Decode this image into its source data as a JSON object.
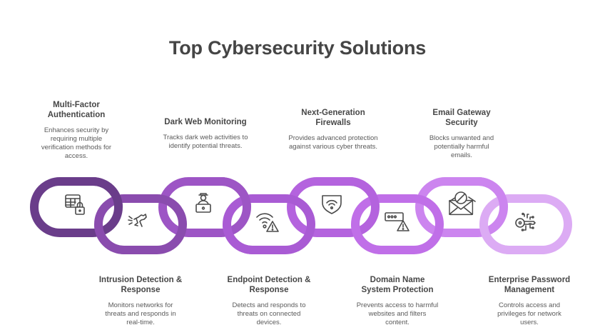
{
  "title": "Top Cybersecurity Solutions",
  "items": [
    {
      "name": "Multi-Factor Authentication",
      "head_lines": [
        "Multi-Factor",
        "Authentication"
      ],
      "desc": "Enhances security by requiring multiple verification methods for access.",
      "icon": "table-lock-icon",
      "color": "#6a3d8a",
      "position": "top"
    },
    {
      "name": "Intrusion Detection & Response",
      "head_lines": [
        "Intrusion Detection &",
        "Response"
      ],
      "desc": "Monitors networks for threats and responds in real-time.",
      "icon": "barking-dog-icon",
      "color": "#8a4cae",
      "position": "bottom"
    },
    {
      "name": "Dark Web Monitoring",
      "head_lines": [
        "Dark Web Monitoring"
      ],
      "desc": "Tracks dark web activities to identify potential threats.",
      "icon": "hacker-laptop-icon",
      "color": "#9d55c5",
      "position": "top"
    },
    {
      "name": "Endpoint Detection & Response",
      "head_lines": [
        "Endpoint Detection &",
        "Response"
      ],
      "desc": "Detects and responds to threats on connected devices.",
      "icon": "wifi-warning-icon",
      "color": "#a95bd4",
      "position": "bottom"
    },
    {
      "name": "Next-Generation Firewalls",
      "head_lines": [
        "Next-Generation",
        "Firewalls"
      ],
      "desc": "Provides advanced protection against various cyber threats.",
      "icon": "shield-wifi-icon",
      "color": "#b463de",
      "position": "top"
    },
    {
      "name": "Domain Name System Protection",
      "head_lines": [
        "Domain Name",
        "System Protection"
      ],
      "desc": "Prevents access to harmful websites and filters content.",
      "icon": "password-warning-icon",
      "color": "#c06fe8",
      "position": "bottom"
    },
    {
      "name": "Email Gateway Security",
      "head_lines": [
        "Email Gateway",
        "Security"
      ],
      "desc": "Blocks unwanted and potentially harmful emails.",
      "icon": "blocked-email-icon",
      "color": "#cc85ef",
      "position": "top"
    },
    {
      "name": "Enterprise Password Management",
      "head_lines": [
        "Enterprise Password",
        "Management"
      ],
      "desc": "Controls access and privileges for network users.",
      "icon": "digital-key-icon",
      "color": "#dcabf4",
      "position": "bottom"
    }
  ]
}
